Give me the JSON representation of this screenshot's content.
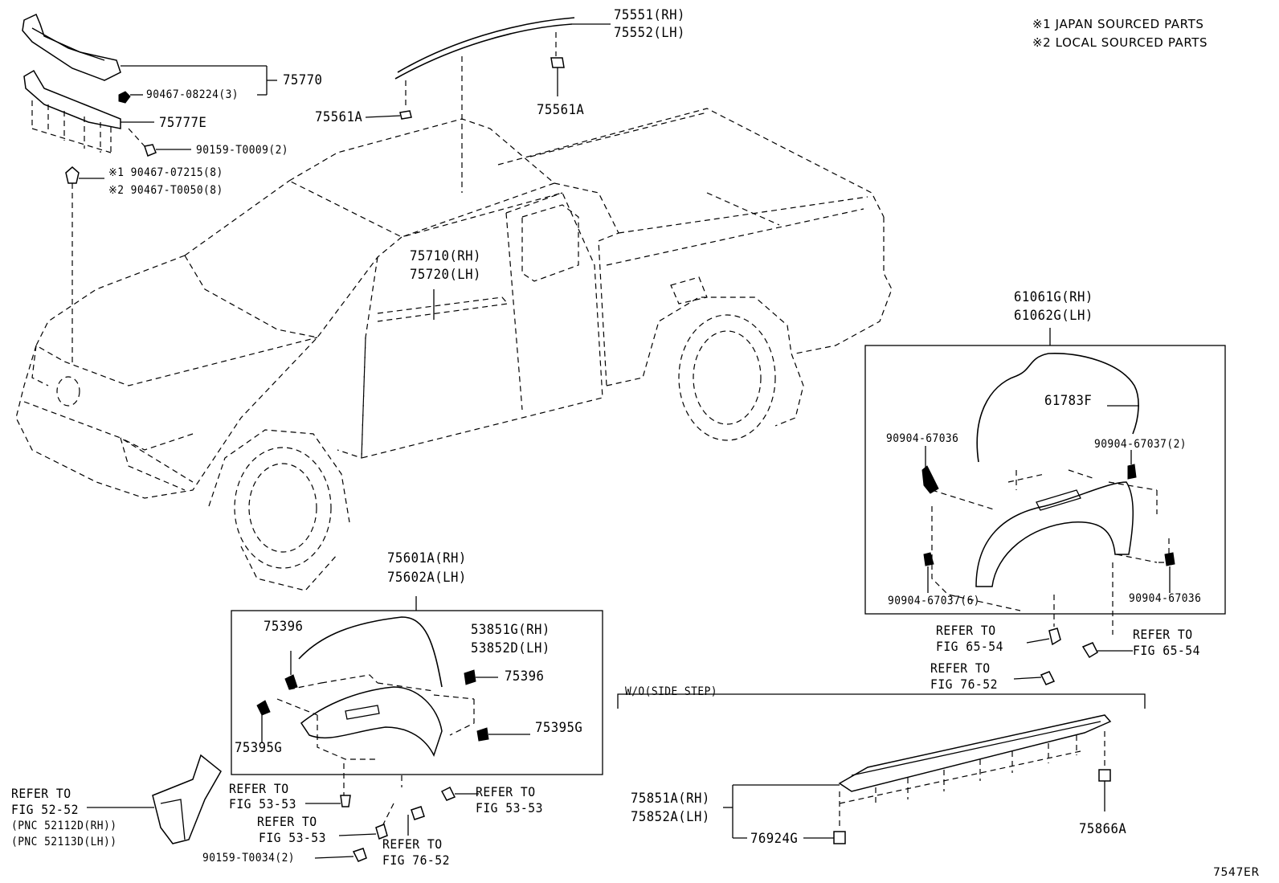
{
  "notes": [
    "※1 JAPAN SOURCED PARTS",
    "※2 LOCAL SOURCED PARTS"
  ],
  "figure_code": "7547ER",
  "labels": {
    "p75551": "75551(RH)",
    "p75552": "75552(LH)",
    "p75561A_left": "75561A",
    "p75561A_right": "75561A",
    "p75770": "75770",
    "p90467_08224": "90467-08224(3)",
    "p75777E": "75777E",
    "p90159_T0009": "90159-T0009(2)",
    "p90467_07215": "※1 90467-07215(8)",
    "p90467_T0050": "※2 90467-T0050(8)",
    "p75710": "75710(RH)",
    "p75720": "75720(LH)",
    "p61061G": "61061G(RH)",
    "p61062G": "61062G(LH)",
    "p61783F": "61783F",
    "p90904_67036_a": "90904-67036",
    "p90904_67037_2": "90904-67037(2)",
    "p90904_67037_6": "90904-67037(6)",
    "p90904_67036_b": "90904-67036",
    "p75601A": "75601A(RH)",
    "p75602A": "75602A(LH)",
    "p75396_a": "75396",
    "p53851G": "53851G(RH)",
    "p53852D": "53852D(LH)",
    "p75396_b": "75396",
    "p75395G_a": "75395G",
    "p75395G_b": "75395G",
    "p90159_T0034": "90159-T0034(2)",
    "p75851A": "75851A(RH)",
    "p75852A": "75852A(LH)",
    "p76924G": "76924G",
    "p75866A": "75866A",
    "wo_side_step": "W/O(SIDE STEP)"
  },
  "refs": {
    "r52_52_a": "REFER TO",
    "r52_52_b": "FIG 52-52",
    "r52_52_c": "(PNC 52112D(RH))",
    "r52_52_d": "(PNC 52113D(LH))",
    "r53_53_1a": "REFER TO",
    "r53_53_1b": "FIG 53-53",
    "r53_53_2a": "REFER TO",
    "r53_53_2b": "FIG 53-53",
    "r53_53_3a": "REFER TO",
    "r53_53_3b": "FIG 53-53",
    "r76_52_1a": "REFER TO",
    "r76_52_1b": "FIG 76-52",
    "r65_54_1a": "REFER TO",
    "r65_54_1b": "FIG 65-54",
    "r65_54_2a": "REFER TO",
    "r65_54_2b": "FIG 65-54",
    "r76_52_2a": "REFER TO",
    "r76_52_2b": "FIG 76-52"
  }
}
